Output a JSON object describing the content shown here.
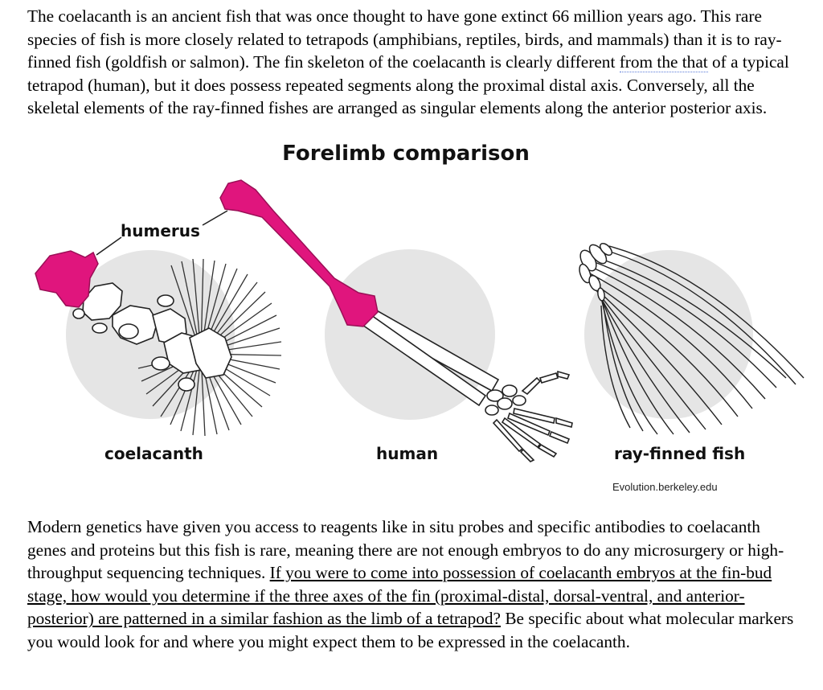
{
  "intro": {
    "s1": "The coelacanth is an ancient fish that was once thought to have gone extinct 66 million years ago. This rare species of fish is more closely related to tetrapods (amphibians, reptiles, birds, and mammals) than it is to ray-finned fish (goldfish or salmon). The fin skeleton of the coelacanth is clearly different ",
    "s2": "from the that",
    "s3": " of a typical tetrapod (human), but it does possess repeated segments along the proximal distal axis. Conversely, all the skeletal elements of the ray-finned fishes are arranged as singular elements along the anterior posterior axis."
  },
  "figure": {
    "title": "Forelimb comparison",
    "labels": {
      "humerus": "humerus",
      "coelacanth": "coelacanth",
      "human": "human",
      "ray_finned": "ray-finned fish"
    },
    "credit": "Evolution.berkeley.edu",
    "colors": {
      "humerus": "#e0157d",
      "circle": "#e5e5e5"
    }
  },
  "question": {
    "q1": "Modern genetics have given you access to reagents like in situ probes and specific antibodies to coelacanth genes and proteins but this fish is rare, meaning there are not enough embryos to do any microsurgery or high-throughput sequencing techniques. ",
    "q2": "If you were to come into possession of coelacanth embryos at the fin-bud stage, how would you determine if the three axes of the fin (proximal-distal, dorsal-ventral, and anterior-posterior) are patterned in a similar fashion as the limb of a tetrapod?",
    "q3": " Be specific about what molecular markers you would look for and where you might expect them to be expressed in the coelacanth."
  }
}
